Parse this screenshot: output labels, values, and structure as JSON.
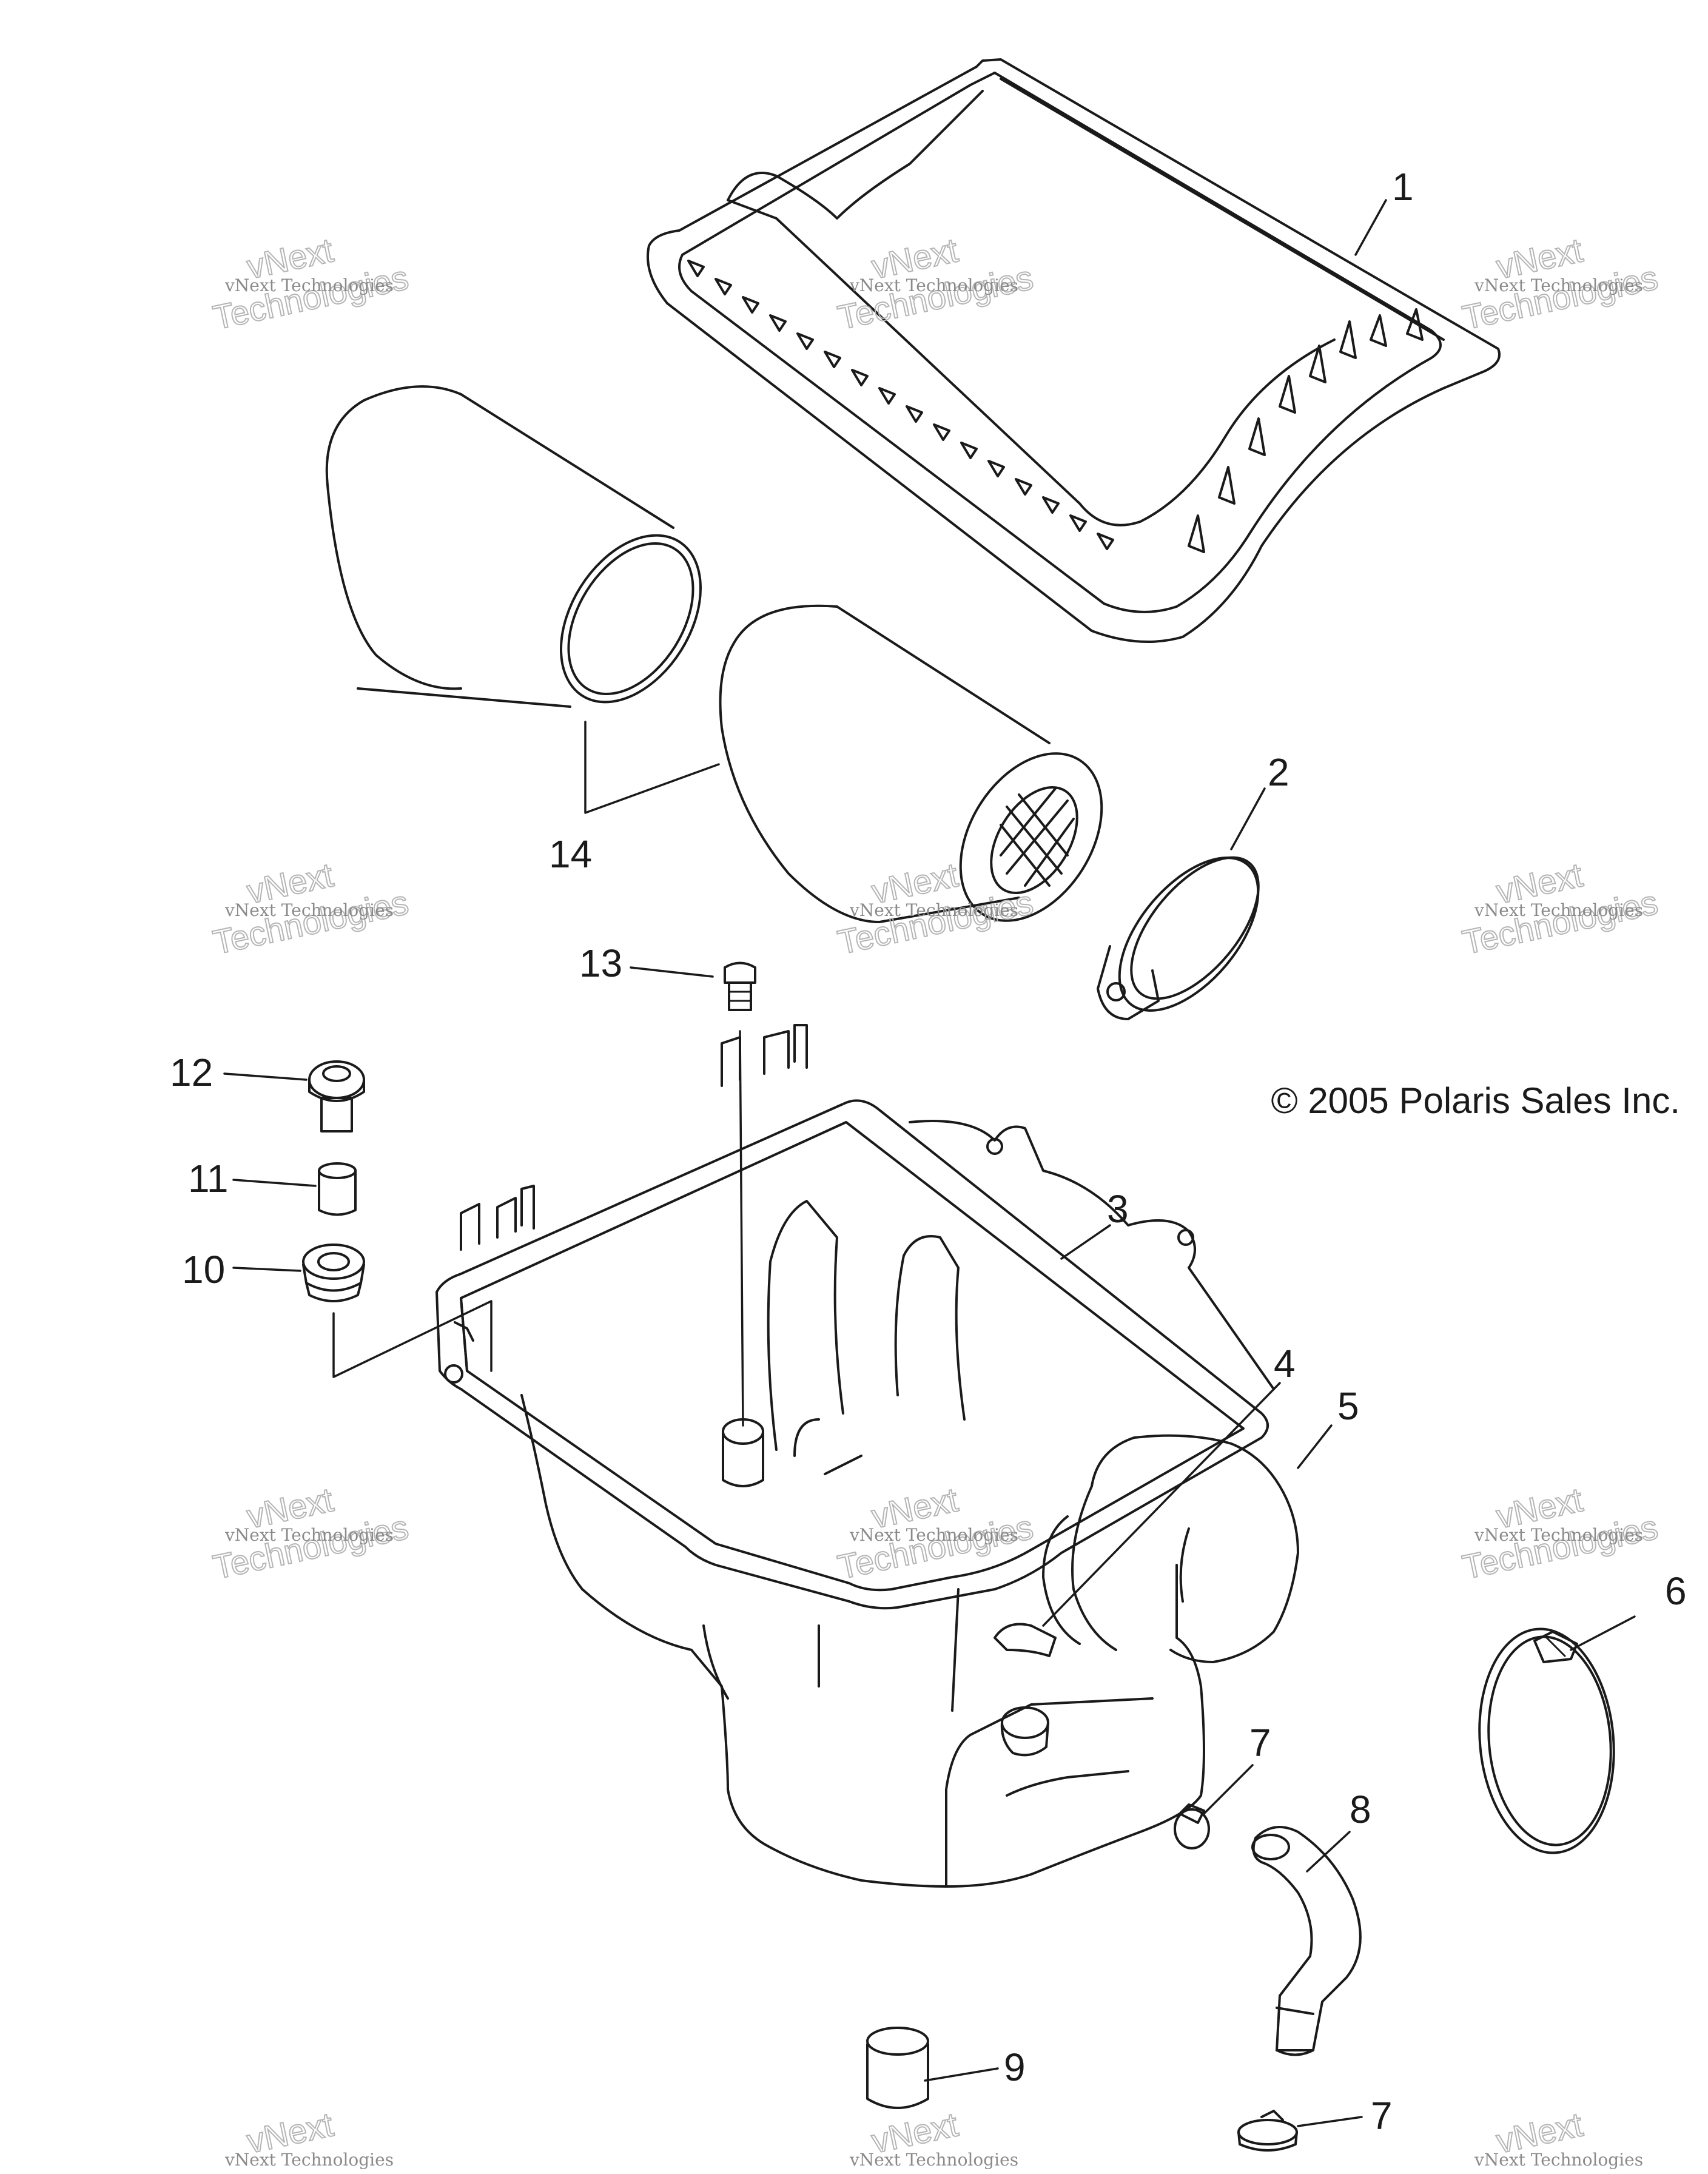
{
  "diagram": {
    "callouts": [
      "1",
      "2",
      "3",
      "4",
      "5",
      "6",
      "7",
      "7",
      "8",
      "9",
      "10",
      "11",
      "12",
      "13",
      "14"
    ],
    "copyright": "© 2005 Polaris Sales Inc.",
    "watermark_small": "vNext Technologies",
    "watermark_large_1": "vNext",
    "watermark_large_2": "Technologies"
  },
  "colors": {
    "line": "#1a1a1a",
    "background": "#ffffff",
    "watermark": "#b5b5b5"
  }
}
